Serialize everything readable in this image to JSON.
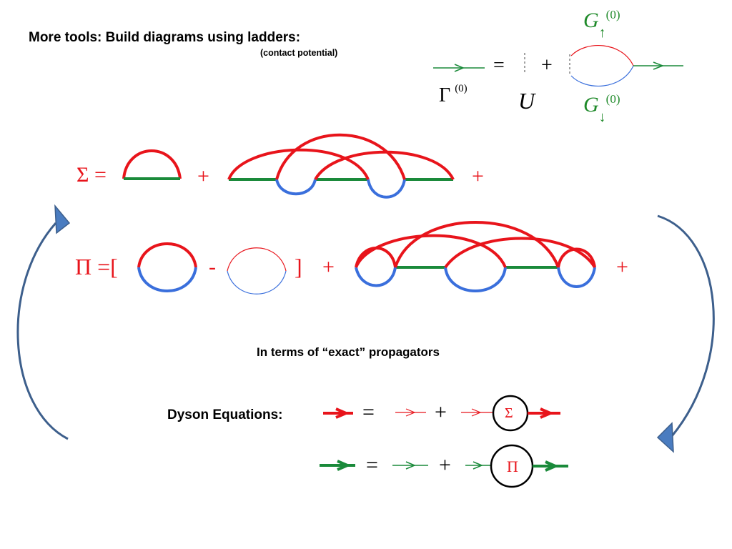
{
  "header": {
    "title": "More tools:  Build diagrams using ladders:",
    "subtitle": "(contact potential)"
  },
  "ladder_eq": {
    "gamma_label": "Γ",
    "gamma_superscript": "(0)",
    "equals": "=",
    "plus": "+",
    "u_label": "U",
    "g_up_label": "G",
    "g_up_arrow": "↑",
    "g_up_superscript": "(0)",
    "g_down_label": "G",
    "g_down_arrow": "↓",
    "g_down_superscript": "(0)"
  },
  "sigma_eq": {
    "lhs": "Σ =",
    "plus1": "+",
    "plus2": "+"
  },
  "pi_eq": {
    "lhs": "Π =[",
    "minus": "-",
    "bracket_close": "]",
    "plus1": "+",
    "plus2": "+"
  },
  "exact_caption": "In terms of “exact” propagators",
  "dyson": {
    "label": "Dyson Equations:",
    "equals": "=",
    "plus": "+",
    "sigma_symbol": "Σ",
    "pi_symbol": "Π"
  },
  "colors": {
    "red": "#e8141b",
    "blue": "#3a6fdc",
    "green": "#1a8a3a",
    "arrow_fill": "#4a7cc0",
    "arrow_line": "#3d5f8c",
    "label_green": "#1f8a2a"
  }
}
